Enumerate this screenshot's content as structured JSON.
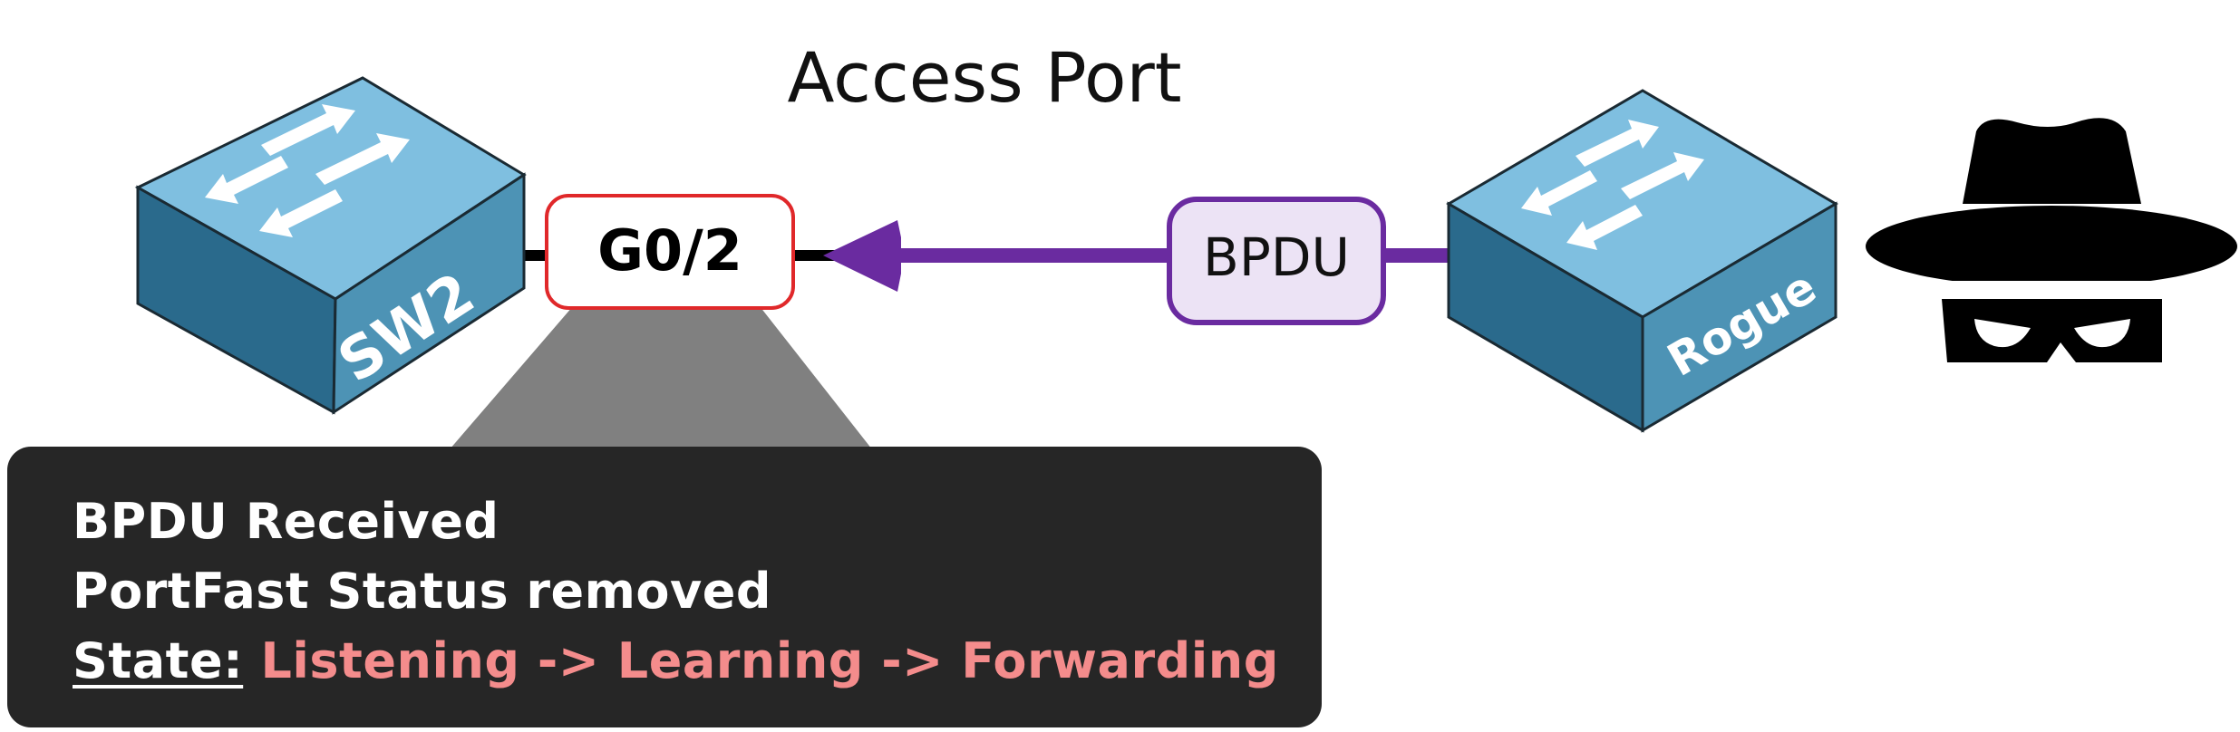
{
  "diagram": {
    "title": "Access Port",
    "switch_left_label": "SW2",
    "switch_right_label": "Rogue",
    "port_label": "G0/2",
    "bpdu_label": "BPDU"
  },
  "info": {
    "line1": "BPDU Received",
    "line2": "PortFast Status removed",
    "state_label": "State:",
    "state_value": "Listening -> Learning -> Forwarding"
  },
  "colors": {
    "switch_top": "#7fbfe0",
    "switch_side": "#4d93b5",
    "switch_front": "#2a6a8c",
    "bpdu_line": "#6a2ba0",
    "bpdu_fill": "#ece3f5",
    "port_border": "#e0282a",
    "info_bg": "#262626",
    "state_value": "#f48c8c",
    "callout": "#808080"
  },
  "icons": {
    "switch_left": "network-switch-icon",
    "switch_right": "network-switch-icon",
    "hacker": "hacker-spy-icon"
  }
}
